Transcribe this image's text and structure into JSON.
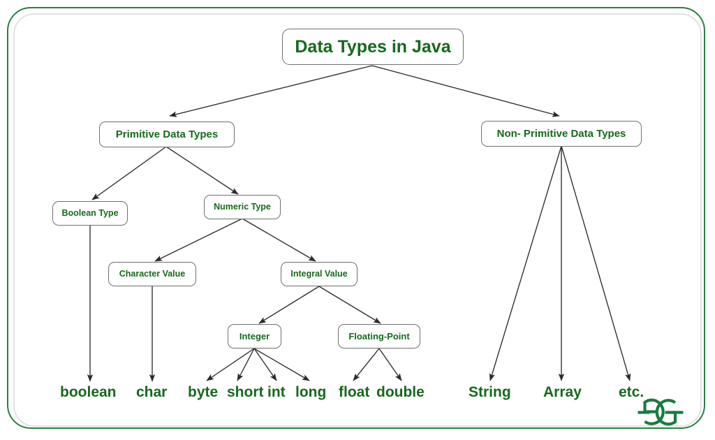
{
  "diagram": {
    "title": "Data Types in Java",
    "type": "tree",
    "accent_color": "#15691c",
    "box_border_color": "#6f6f6f",
    "frame_color": "#27803f",
    "frame_inner_color": "#e2e2e2",
    "background": "#ffffff",
    "nodes": {
      "root": {
        "label": "Data Types in Java"
      },
      "primitive": {
        "label": "Primitive Data Types"
      },
      "nonprim": {
        "label": "Non- Primitive Data Types"
      },
      "boolean_t": {
        "label": "Boolean Type"
      },
      "numeric_t": {
        "label": "Numeric Type"
      },
      "char_v": {
        "label": "Character Value"
      },
      "integral_v": {
        "label": "Integral Value"
      },
      "integer": {
        "label": "Integer"
      },
      "floating": {
        "label": "Floating-Point"
      }
    },
    "leaves": {
      "boolean": {
        "label": "boolean"
      },
      "char": {
        "label": "char"
      },
      "byte": {
        "label": "byte"
      },
      "short": {
        "label": "short"
      },
      "int": {
        "label": "int"
      },
      "long": {
        "label": "long"
      },
      "float": {
        "label": "float"
      },
      "double": {
        "label": "double"
      },
      "string": {
        "label": "String"
      },
      "array": {
        "label": "Array"
      },
      "etc": {
        "label": "etc."
      }
    },
    "edges": [
      {
        "from": "root",
        "to": "primitive"
      },
      {
        "from": "root",
        "to": "nonprim"
      },
      {
        "from": "primitive",
        "to": "boolean_t"
      },
      {
        "from": "primitive",
        "to": "numeric_t"
      },
      {
        "from": "numeric_t",
        "to": "char_v"
      },
      {
        "from": "numeric_t",
        "to": "integral_v"
      },
      {
        "from": "integral_v",
        "to": "integer"
      },
      {
        "from": "integral_v",
        "to": "floating"
      },
      {
        "from": "boolean_t",
        "to": "boolean"
      },
      {
        "from": "char_v",
        "to": "char"
      },
      {
        "from": "integer",
        "to": "byte"
      },
      {
        "from": "integer",
        "to": "short"
      },
      {
        "from": "integer",
        "to": "int"
      },
      {
        "from": "integer",
        "to": "long"
      },
      {
        "from": "floating",
        "to": "float"
      },
      {
        "from": "floating",
        "to": "double"
      },
      {
        "from": "nonprim",
        "to": "string"
      },
      {
        "from": "nonprim",
        "to": "array"
      },
      {
        "from": "nonprim",
        "to": "etc"
      }
    ],
    "watermark": {
      "label": "GeeksforGeeks",
      "glyph": "ƆG",
      "color": "#1a7a41"
    }
  }
}
